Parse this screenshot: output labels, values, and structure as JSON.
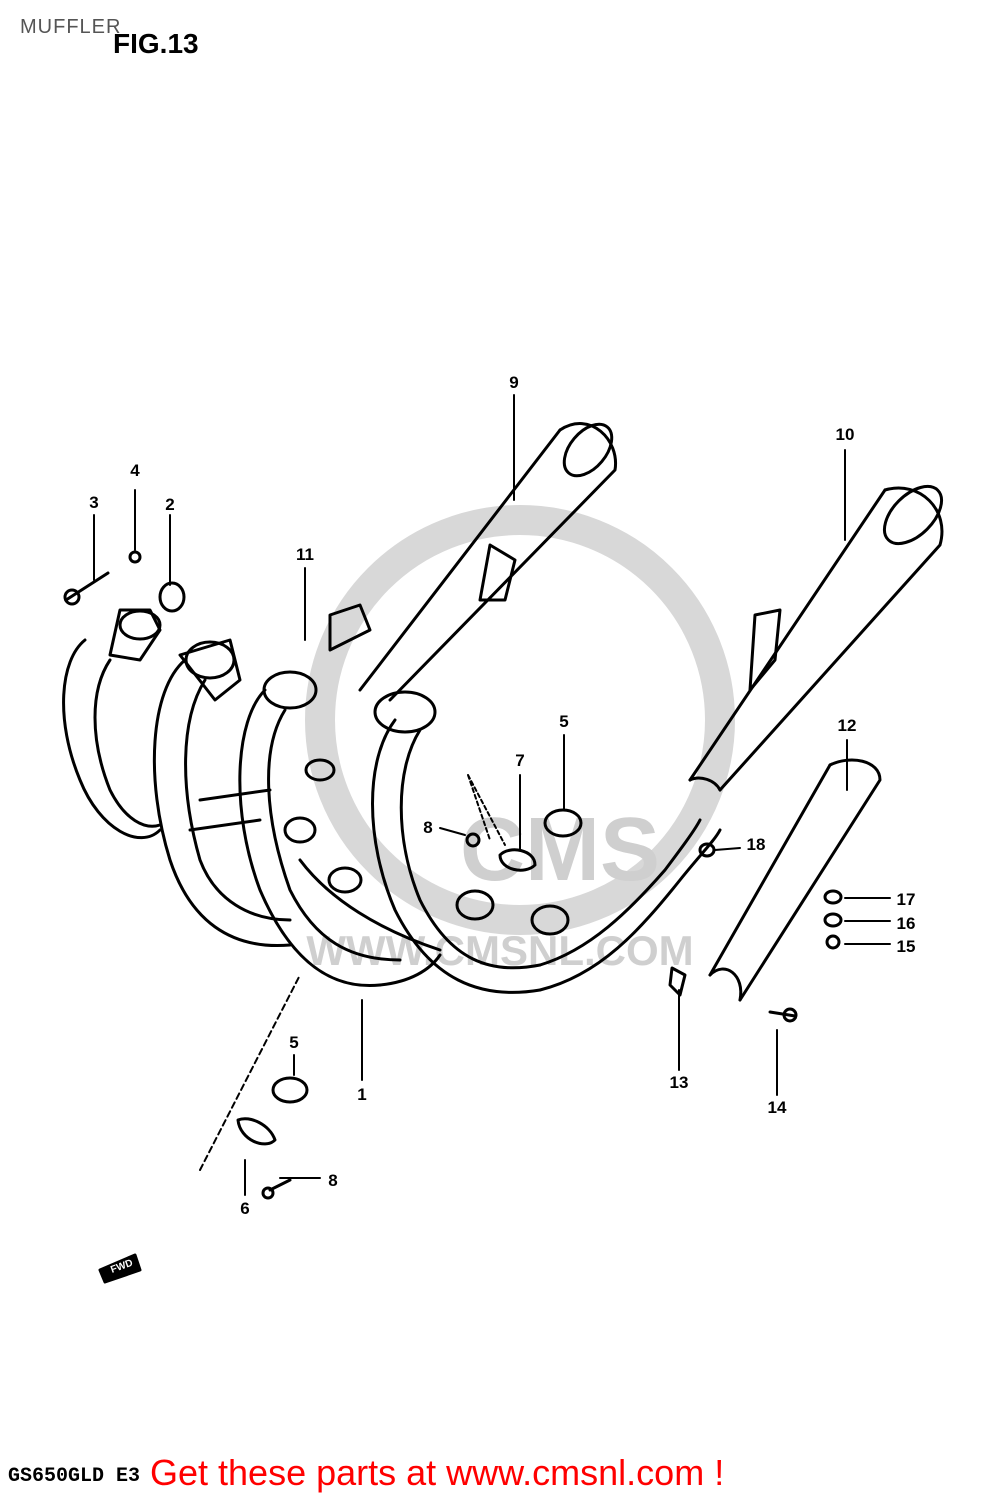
{
  "header": {
    "title": "MUFFLER",
    "figure": "FIG.13"
  },
  "watermark": {
    "text": "WWW.CMSNL.COM",
    "logo": "CMS"
  },
  "model_code": "GS650GLD E3",
  "cta": "Get these parts at www.cmsnl.com !",
  "fwd_arrow": "FWD",
  "callouts": {
    "c1": "1",
    "c2": "2",
    "c3": "3",
    "c4": "4",
    "c5a": "5",
    "c5b": "5",
    "c6": "6",
    "c7": "7",
    "c8a": "8",
    "c8b": "8",
    "c9": "9",
    "c10": "10",
    "c11": "11",
    "c12": "12",
    "c13": "13",
    "c14": "14",
    "c15": "15",
    "c16": "16",
    "c17": "17",
    "c18": "18"
  },
  "colors": {
    "line": "#000000",
    "cta": "#ff0000",
    "watermark": "#cfcfcf"
  }
}
